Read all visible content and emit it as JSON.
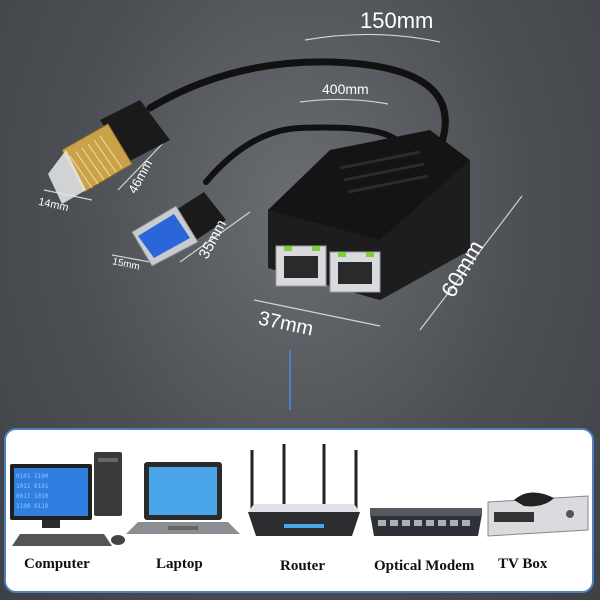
{
  "dimensions": {
    "cable_150": "150mm",
    "cable_400": "400mm",
    "rj45_width": "14mm",
    "rj45_length": "46mm",
    "usb_width": "15mm",
    "usb_length": "35mm",
    "splitter_width": "37mm",
    "splitter_length": "60mm"
  },
  "devices": [
    {
      "label": "Computer",
      "icon": "computer-icon"
    },
    {
      "label": "Laptop",
      "icon": "laptop-icon"
    },
    {
      "label": "Router",
      "icon": "router-icon"
    },
    {
      "label": "Optical Modem",
      "icon": "optical-modem-icon"
    },
    {
      "label": "TV Box",
      "icon": "tv-box-icon"
    }
  ],
  "colors": {
    "background": "#55585d",
    "panel_border": "#4f7fc0",
    "usb_blue": "#2a66d8",
    "gold_contacts": "#c9a24a"
  }
}
